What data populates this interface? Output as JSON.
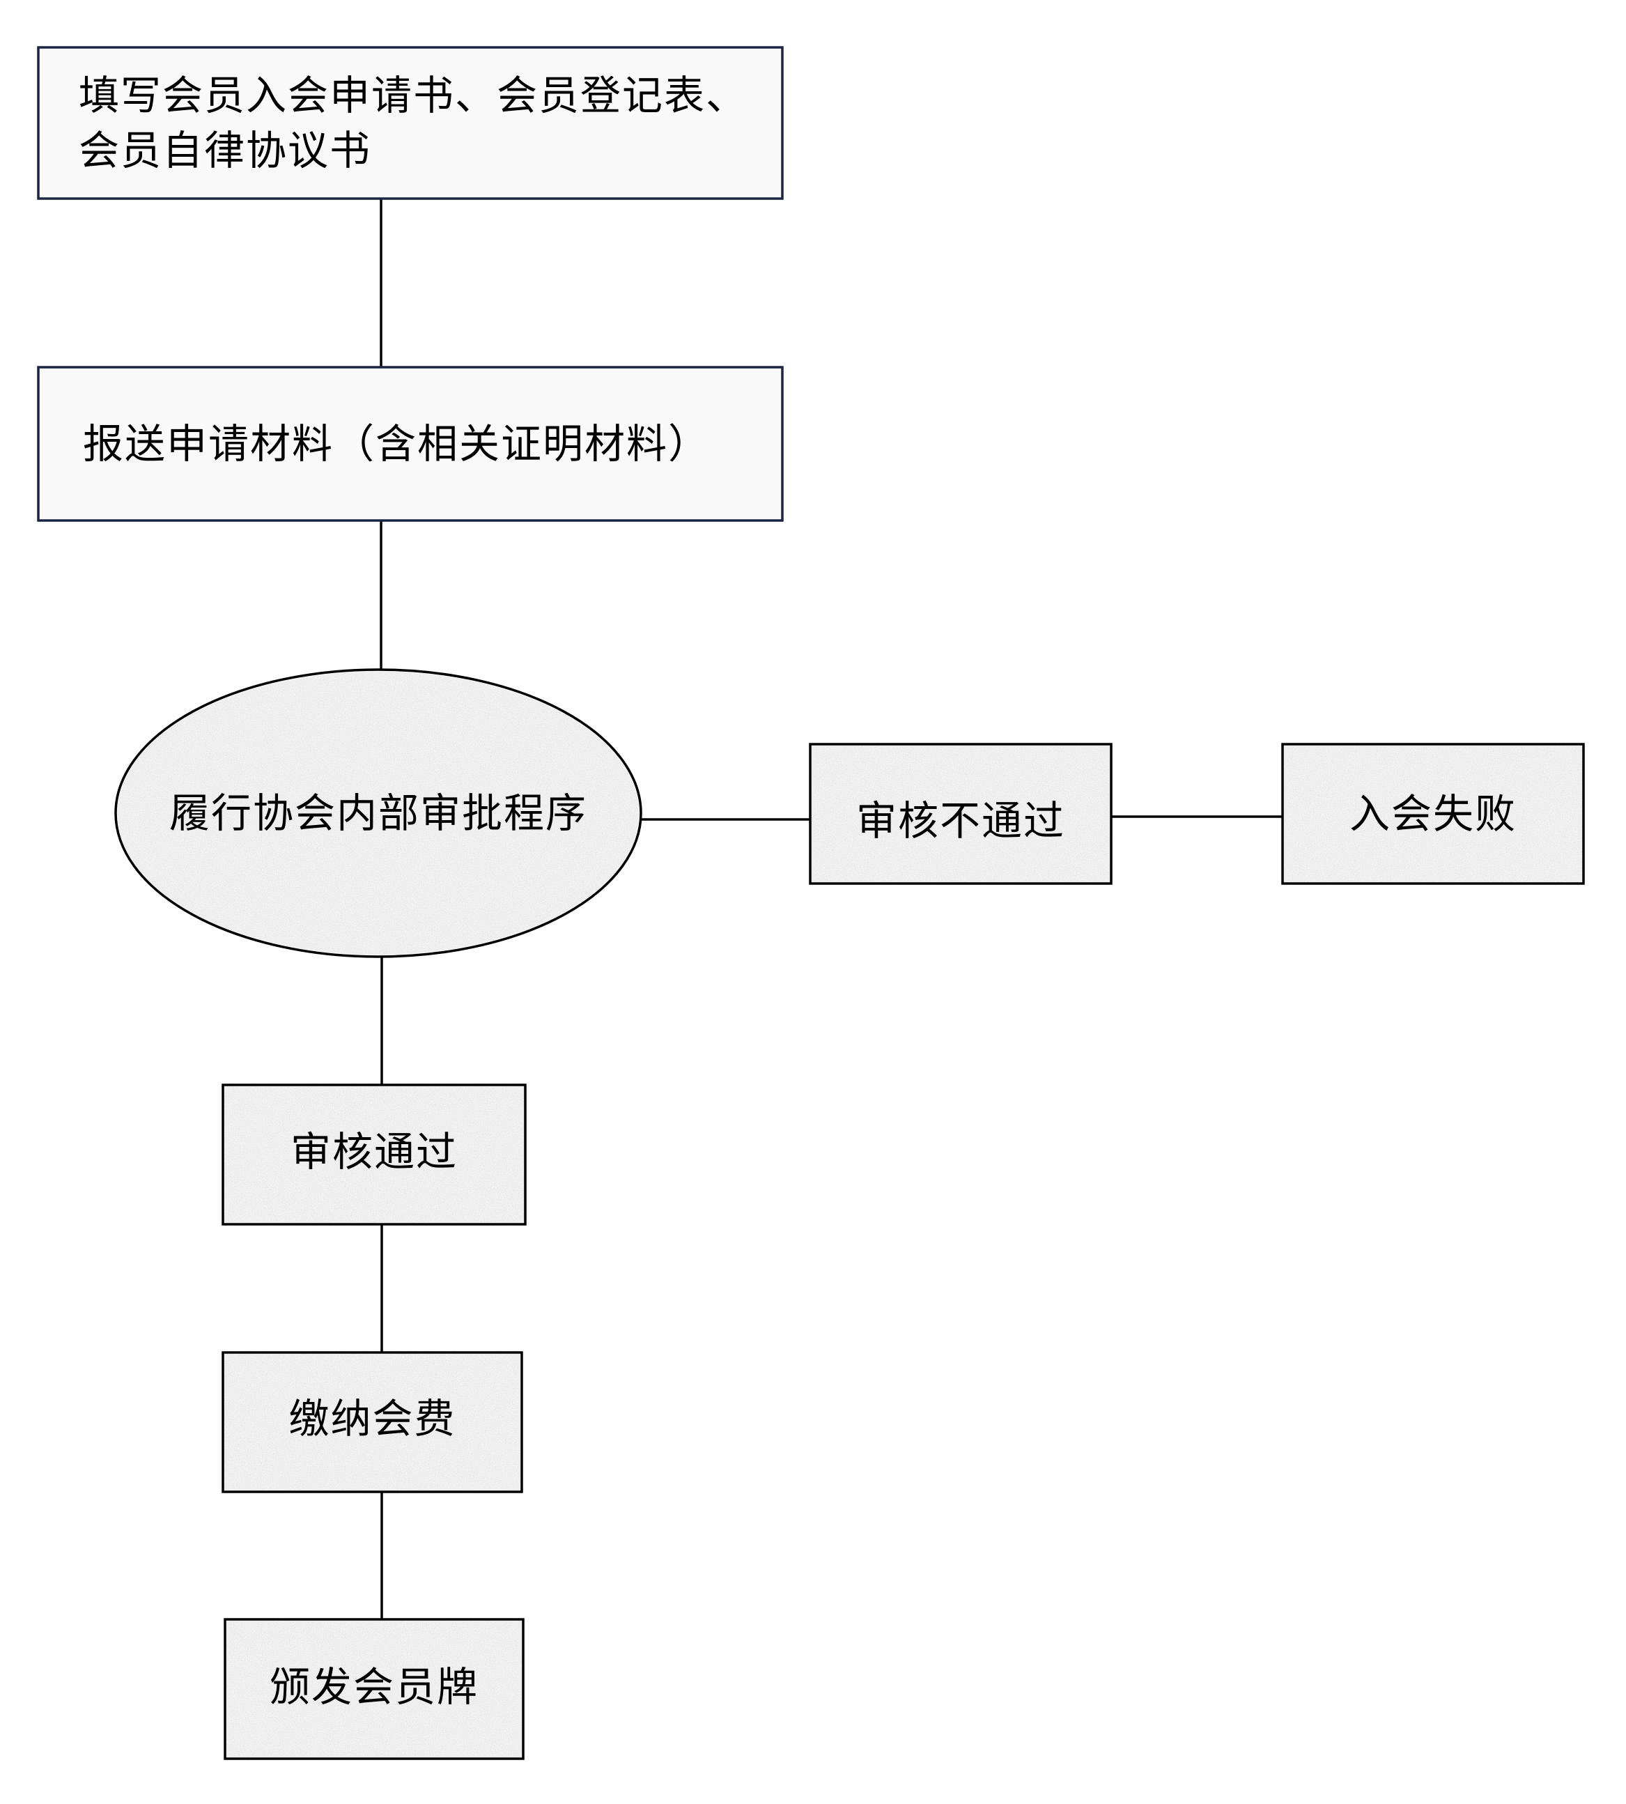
{
  "nodes": {
    "fill_forms": {
      "line1": "填写会员入会申请书、会员登记表、",
      "line2": "会员自律协议书"
    },
    "submit_materials": "报送申请材料（含相关证明材料）",
    "internal_review": "履行协会内部审批程序",
    "review_rejected": "审核不通过",
    "join_failed": "入会失败",
    "review_passed": "审核通过",
    "pay_fees": "缴纳会费",
    "issue_plaque": "颁发会员牌"
  },
  "colors": {
    "line": "#000000",
    "top_box_border": "#1b2440",
    "top_box_fill": "#f9f9f9",
    "textured_fill": "#f3f3f3"
  }
}
